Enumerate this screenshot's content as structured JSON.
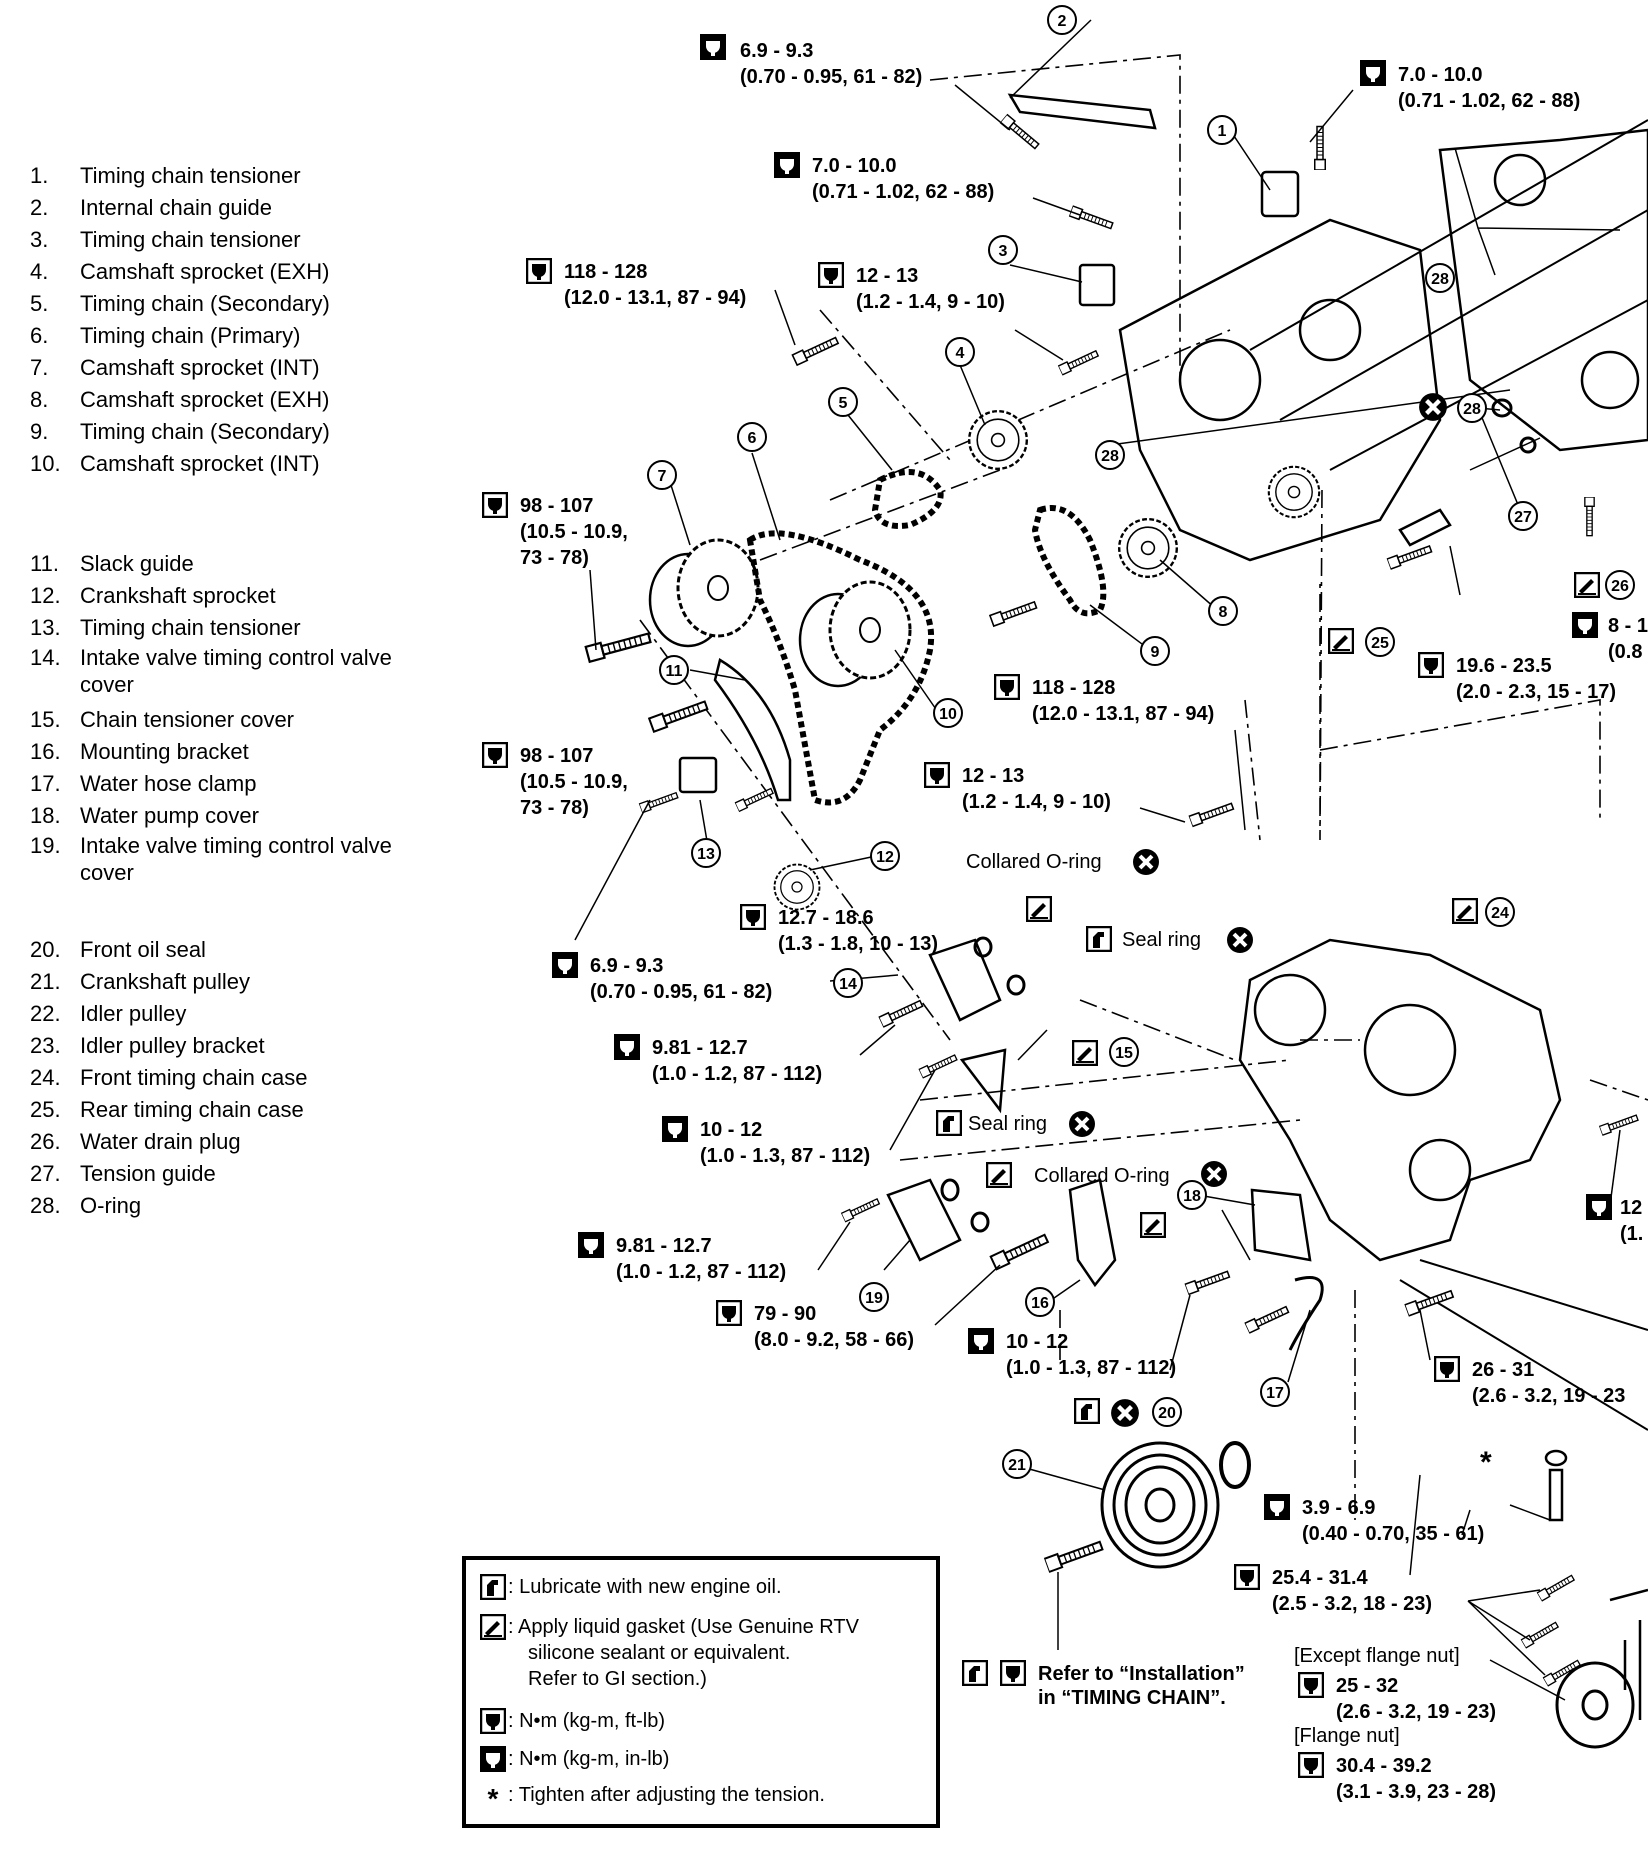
{
  "parts": [
    {
      "num": "1.",
      "text": "Timing chain tensioner"
    },
    {
      "num": "2.",
      "text": "Internal chain guide"
    },
    {
      "num": "3.",
      "text": "Timing chain tensioner"
    },
    {
      "num": "4.",
      "text": "Camshaft sprocket (EXH)"
    },
    {
      "num": "5.",
      "text": "Timing chain (Secondary)"
    },
    {
      "num": "6.",
      "text": "Timing chain (Primary)"
    },
    {
      "num": "7.",
      "text": "Camshaft sprocket (INT)"
    },
    {
      "num": "8.",
      "text": "Camshaft sprocket (EXH)"
    },
    {
      "num": "9.",
      "text": "Timing chain (Secondary)"
    },
    {
      "num": "10.",
      "text": "Camshaft sprocket (INT)"
    },
    {
      "num": "11.",
      "text": "Slack guide"
    },
    {
      "num": "12.",
      "text": "Crankshaft sprocket"
    },
    {
      "num": "13.",
      "text": "Timing chain tensioner"
    },
    {
      "num": "14.",
      "text": "Intake valve timing control valve cover"
    },
    {
      "num": "15.",
      "text": "Chain tensioner cover"
    },
    {
      "num": "16.",
      "text": "Mounting bracket"
    },
    {
      "num": "17.",
      "text": "Water hose clamp"
    },
    {
      "num": "18.",
      "text": "Water pump cover"
    },
    {
      "num": "19.",
      "text": "Intake valve timing control valve cover"
    },
    {
      "num": "20.",
      "text": "Front oil seal"
    },
    {
      "num": "21.",
      "text": "Crankshaft pulley"
    },
    {
      "num": "22.",
      "text": "Idler pulley"
    },
    {
      "num": "23.",
      "text": "Idler pulley bracket"
    },
    {
      "num": "24.",
      "text": "Front timing chain case"
    },
    {
      "num": "25.",
      "text": "Rear timing chain case"
    },
    {
      "num": "26.",
      "text": "Water drain plug"
    },
    {
      "num": "27.",
      "text": "Tension guide"
    },
    {
      "num": "28.",
      "text": "O-ring"
    }
  ],
  "torques": [
    {
      "id": "t1",
      "icon": "nm-inlb-icon",
      "l1": "6.9 - 9.3",
      "l2": "(0.70 - 0.95, 61 - 82)"
    },
    {
      "id": "t2",
      "icon": "nm-inlb-icon",
      "l1": "7.0 - 10.0",
      "l2": "(0.71 - 1.02, 62 - 88)"
    },
    {
      "id": "t3",
      "icon": "nm-inlb-icon",
      "l1": "7.0 - 10.0",
      "l2": "(0.71 - 1.02, 62 - 88)"
    },
    {
      "id": "t4",
      "icon": "nm-ftlb-icon",
      "l1": "118 - 128",
      "l2": "(12.0 - 13.1, 87 - 94)"
    },
    {
      "id": "t5",
      "icon": "nm-ftlb-icon",
      "l1": "12 - 13",
      "l2": "(1.2 - 1.4, 9 - 10)"
    },
    {
      "id": "t6",
      "icon": "nm-ftlb-icon",
      "l1": "98 - 107",
      "l2": "(10.5 - 10.9,",
      "l3": "73 - 78)"
    },
    {
      "id": "t7",
      "icon": "nm-ftlb-icon",
      "l1": "118 - 128",
      "l2": "(12.0 - 13.1, 87 - 94)"
    },
    {
      "id": "t8",
      "icon": "nm-ftlb-icon",
      "l1": "19.6 - 23.5",
      "l2": "(2.0 - 2.3, 15 - 17)"
    },
    {
      "id": "t9",
      "icon": "nm-ftlb-icon",
      "l1": "98 - 107",
      "l2": "(10.5 - 10.9,",
      "l3": "73 - 78)"
    },
    {
      "id": "t10",
      "icon": "nm-ftlb-icon",
      "l1": "12 - 13",
      "l2": "(1.2 - 1.4, 9 - 10)"
    },
    {
      "id": "t11",
      "icon": "nm-ftlb-icon",
      "l1": "12.7 - 18.6",
      "l2": "(1.3 - 1.8, 10 - 13)"
    },
    {
      "id": "t12",
      "icon": "nm-inlb-icon",
      "l1": "6.9 - 9.3",
      "l2": "(0.70 - 0.95, 61 - 82)"
    },
    {
      "id": "t13",
      "icon": "nm-inlb-icon",
      "l1": "9.81 - 12.7",
      "l2": "(1.0 - 1.2, 87 - 112)"
    },
    {
      "id": "t14",
      "icon": "nm-inlb-icon",
      "l1": "10 - 12",
      "l2": "(1.0 - 1.3, 87 - 112)"
    },
    {
      "id": "t15",
      "icon": "nm-inlb-icon",
      "l1": "9.81 - 12.7",
      "l2": "(1.0 - 1.2, 87 - 112)"
    },
    {
      "id": "t16",
      "icon": "nm-ftlb-icon",
      "l1": "79 - 90",
      "l2": "(8.0 - 9.2, 58 - 66)"
    },
    {
      "id": "t17",
      "icon": "nm-inlb-icon",
      "l1": "10 - 12",
      "l2": "(1.0 - 1.3, 87 - 112)"
    },
    {
      "id": "t18",
      "icon": "nm-ftlb-icon",
      "l1": "26 - 31",
      "l2": "(2.6 - 3.2, 19 - 23"
    },
    {
      "id": "t19",
      "icon": "nm-inlb-icon",
      "l1": "3.9 - 6.9",
      "l2": "(0.40 - 0.70, 35 - 61)"
    },
    {
      "id": "t20",
      "icon": "nm-ftlb-icon",
      "l1": "25.4 - 31.4",
      "l2": "(2.5 - 3.2, 18 - 23)"
    },
    {
      "id": "t21",
      "icon": "nm-ftlb-icon",
      "l1": "25 - 32",
      "l2": "(2.6 - 3.2, 19 - 23)"
    },
    {
      "id": "t22",
      "icon": "nm-ftlb-icon",
      "l1": "30.4 - 39.2",
      "l2": "(3.1 - 3.9, 23 - 28)"
    },
    {
      "id": "t23",
      "icon": "nm-inlb-icon",
      "l1": "8 - 1",
      "l2": "(0.8"
    },
    {
      "id": "t24",
      "icon": "nm-inlb-icon",
      "l1": "12",
      "l2": "(1."
    }
  ],
  "notes": {
    "collared_oring_1": "Collared O-ring",
    "collared_oring_2": "Collared O-ring",
    "seal_ring_1": "Seal ring",
    "seal_ring_2": "Seal ring",
    "refer_l1": "Refer to “Installation”",
    "refer_l2": "in “TIMING CHAIN”.",
    "except_flange": "[Except flange nut]",
    "flange_nut": "[Flange nut]",
    "star": "*"
  },
  "callouts": [
    "1",
    "2",
    "3",
    "4",
    "5",
    "6",
    "7",
    "8",
    "9",
    "10",
    "11",
    "12",
    "13",
    "14",
    "15",
    "16",
    "17",
    "18",
    "19",
    "20",
    "21",
    "24",
    "25",
    "26",
    "27",
    "28"
  ],
  "legend": {
    "oil": ":  Lubricate with new engine oil.",
    "gasket_l1": ":  Apply liquid gasket (Use Genuine RTV",
    "gasket_l2": "silicone sealant or equivalent.",
    "gasket_l3": "Refer to GI section.)",
    "ftlb": ":  N•m (kg-m, ft-lb)",
    "inlb": ":  N•m (kg-m, in-lb)",
    "star": "*",
    "star_text": ":  Tighten after adjusting the tension."
  }
}
